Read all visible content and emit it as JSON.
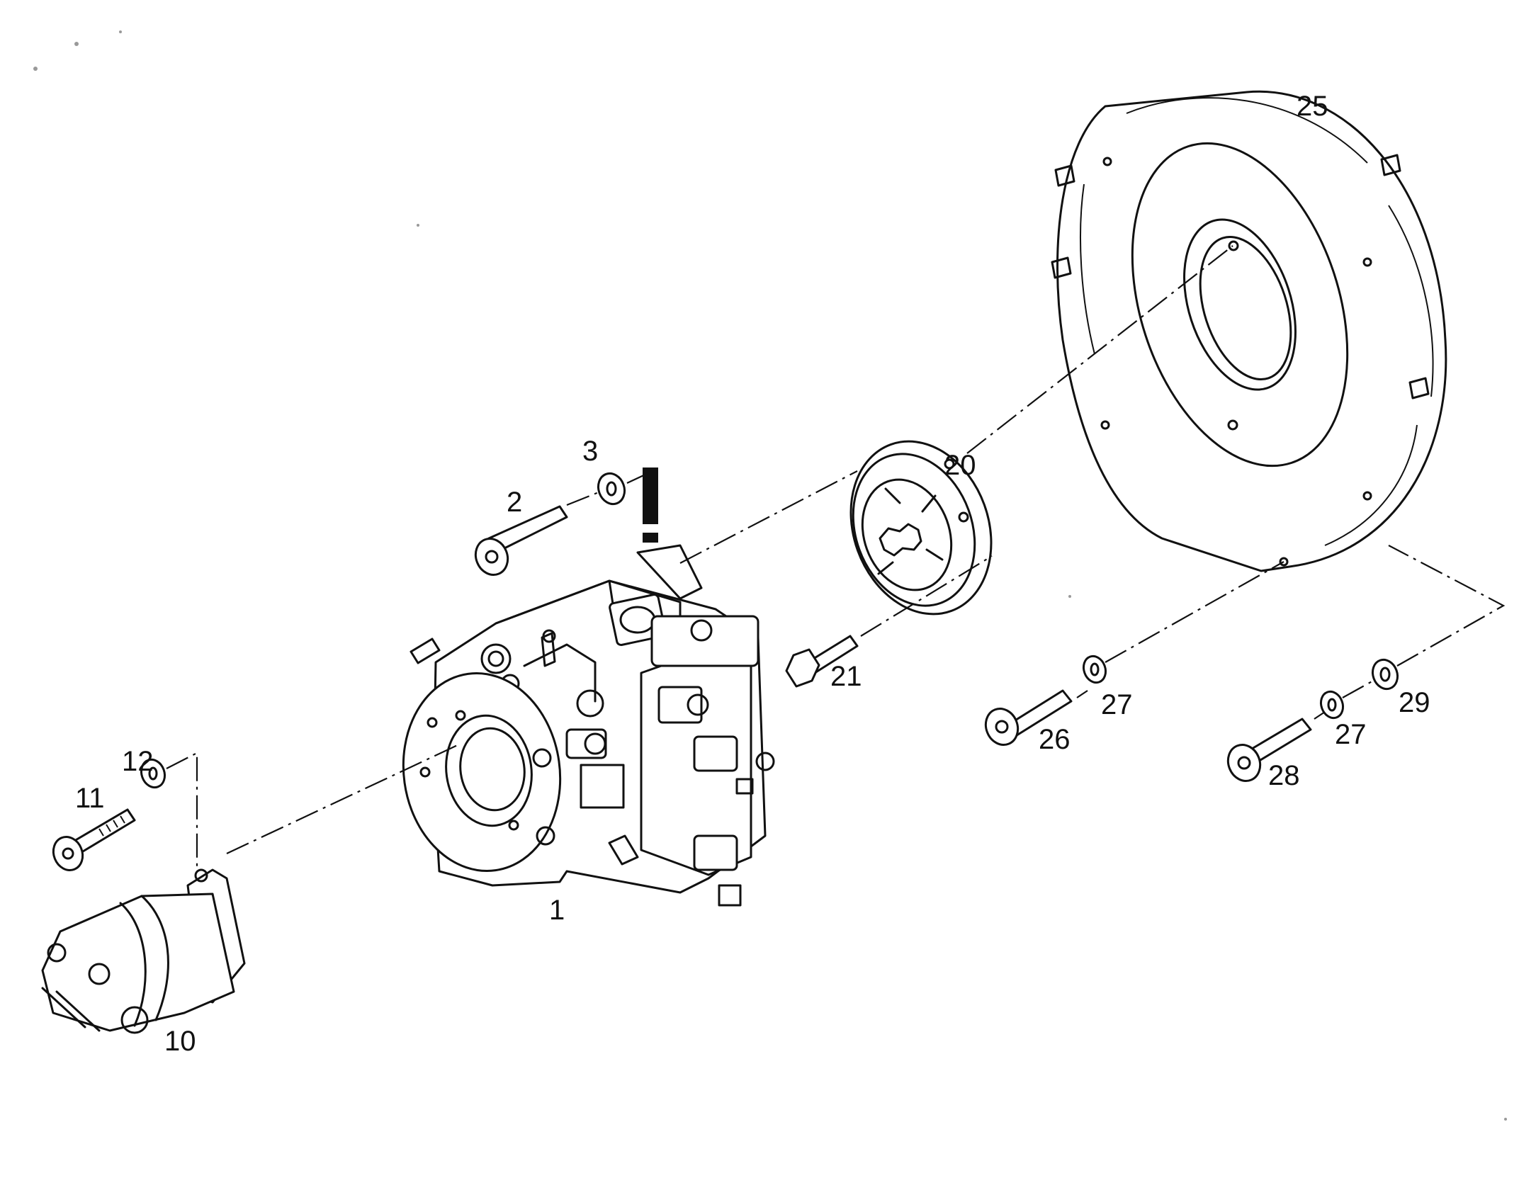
{
  "diagram": {
    "callouts": [
      {
        "id": "1",
        "text": "1"
      },
      {
        "id": "2",
        "text": "2"
      },
      {
        "id": "3",
        "text": "3"
      },
      {
        "id": "10",
        "text": "10"
      },
      {
        "id": "11",
        "text": "11"
      },
      {
        "id": "12",
        "text": "12"
      },
      {
        "id": "20",
        "text": "20"
      },
      {
        "id": "21",
        "text": "21"
      },
      {
        "id": "25",
        "text": "25"
      },
      {
        "id": "26",
        "text": "26"
      },
      {
        "id": "27a",
        "text": "27"
      },
      {
        "id": "27b",
        "text": "27"
      },
      {
        "id": "28",
        "text": "28"
      },
      {
        "id": "29",
        "text": "29"
      }
    ]
  }
}
